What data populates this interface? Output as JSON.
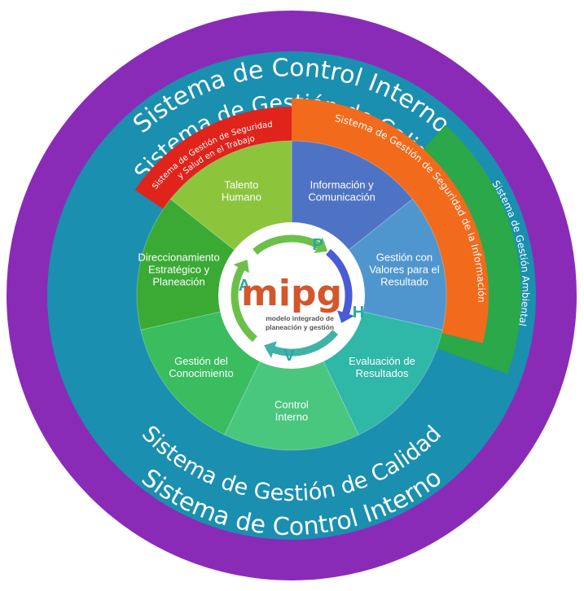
{
  "rings": {
    "control_interno_top": "Sistema de Control Interno",
    "control_interno_bottom": "Sistema de Control Interno",
    "calidad_top": "Sistema de Gestión de Calidad",
    "calidad_bottom": "Sistema de Gestión de Calidad"
  },
  "bands": {
    "sst_line1": "Sistema de Gestión de Seguridad",
    "sst_line2": "y Salud en el Trabajo",
    "seguridad_informacion": "Sistema de Gestión de Seguridad de la Información",
    "ambiental": "Sistema de Gestión Ambiental"
  },
  "segments": [
    {
      "line1": "Información y",
      "line2": "Comunicación",
      "line3": "",
      "color": "#4f73c4"
    },
    {
      "line1": "Gestión con",
      "line2": "Valores para el",
      "line3": "Resultado",
      "color": "#4f96cf"
    },
    {
      "line1": "Evaluación de",
      "line2": "Resultados",
      "line3": "",
      "color": "#2fb7a8"
    },
    {
      "line1": "Control",
      "line2": "Interno",
      "line3": "",
      "color": "#49c77f"
    },
    {
      "line1": "Gestión del",
      "line2": "Conocimiento",
      "line3": "",
      "color": "#39bd5f"
    },
    {
      "line1": "Direccionamiento",
      "line2": "Estratégico y",
      "line3": "Planeación",
      "color": "#3aaa35"
    },
    {
      "line1": "Talento",
      "line2": "Humano",
      "line3": "",
      "color": "#8cc43c"
    }
  ],
  "pdca": {
    "p": "P",
    "h": "H",
    "v": "V",
    "a": "A"
  },
  "logo": {
    "word": "mipg",
    "subtitle_line1": "modelo integrado de",
    "subtitle_line2": "planeación y gestión"
  },
  "colors": {
    "outer_ring": "#8a2bb8",
    "calidad_ring": "#1a8fb0",
    "sst_band": "#e0231b",
    "seg_info_band": "#f26a1b",
    "ambiental_band": "#2aa84a",
    "pdca_green": "#6cc04a",
    "pdca_blue": "#4a5bd6",
    "pdca_teal": "#3fb3a6"
  }
}
